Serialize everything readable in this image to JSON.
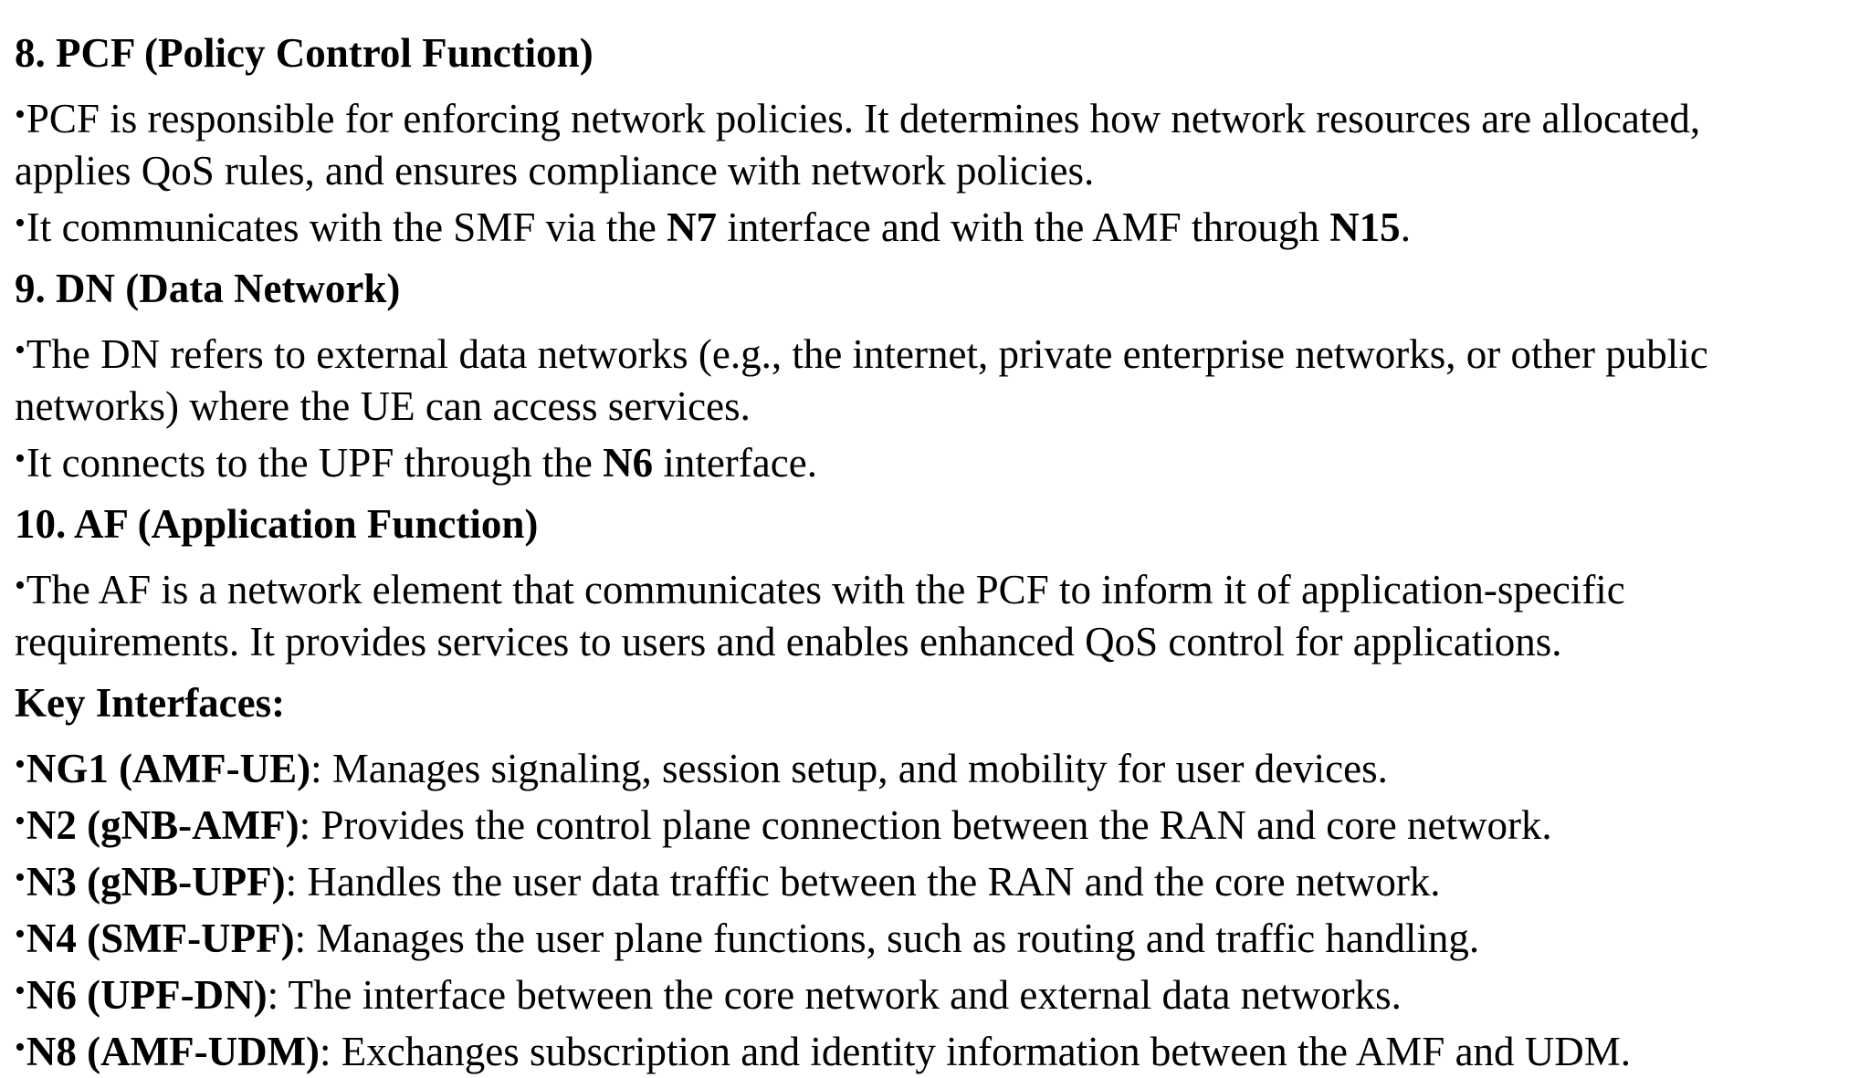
{
  "sections": [
    {
      "heading": "8. PCF (Policy Control Function)",
      "bullet1_line1": "PCF is responsible for enforcing network policies. It determines how network resources are allocated,",
      "bullet1_line2": "applies QoS rules, and ensures compliance with network policies.",
      "bullet2_prefix": "It communicates with the SMF via the ",
      "bullet2_bold1": "N7",
      "bullet2_mid": " interface and with the AMF through ",
      "bullet2_bold2": "N15",
      "bullet2_suffix": "."
    },
    {
      "heading": "9. DN (Data Network)",
      "bullet1_line1": "The DN refers to external data networks (e.g., the internet, private enterprise networks, or other public",
      "bullet1_line2": "networks) where the UE can access services.",
      "bullet2_prefix": "It connects to the UPF through the ",
      "bullet2_bold1": "N6",
      "bullet2_suffix": " interface."
    },
    {
      "heading": "10. AF (Application Function)",
      "bullet1_line1": "The AF is a network element that communicates with the PCF to inform it of application-specific",
      "bullet1_line2": "requirements. It provides services to users and enables enhanced QoS control for applications."
    }
  ],
  "key_interfaces": {
    "heading": "Key Interfaces:",
    "items": [
      {
        "name": "NG1 (AMF-UE)",
        "desc": ": Manages signaling, session setup, and mobility for user devices."
      },
      {
        "name": "N2 (gNB-AMF)",
        "desc": ": Provides the control plane connection between the RAN and core network."
      },
      {
        "name": "N3 (gNB-UPF)",
        "desc": ": Handles the user data traffic between the RAN and the core network."
      },
      {
        "name": "N4 (SMF-UPF)",
        "desc": ": Manages the user plane functions, such as routing and traffic handling."
      },
      {
        "name": "N6 (UPF-DN)",
        "desc": ": The interface between the core network and external data networks."
      },
      {
        "name": "N8 (AMF-UDM)",
        "desc": ": Exchanges subscription and identity information between the AMF and UDM."
      }
    ]
  },
  "bullet_glyph": "•"
}
